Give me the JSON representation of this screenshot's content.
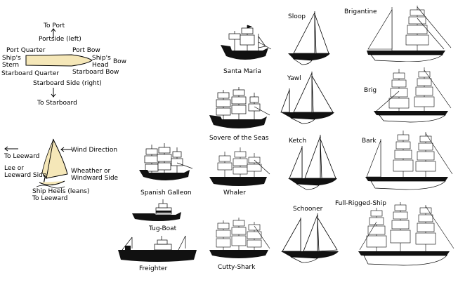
{
  "orientation": {
    "to_port": "To Port",
    "portside": "Portside (left)",
    "port_quarter": "Port Quarter",
    "port_bow": "Port Bow",
    "ships_stern": "Ship's\nStern",
    "ships_head": "Ship's\nHead",
    "bow": "Bow",
    "starboard_quarter": "Starboard Quarter",
    "starboard_bow": "Starboard Bow",
    "starboard_side": "Starboard Side (right)",
    "to_starboard": "To Starboard"
  },
  "wind": {
    "to_leeward": "To Leeward",
    "wind_direction": "Wind Direction",
    "lee_side": "Lee or\nLeeward Side",
    "weather_side": "Wheather or\nWindward Side",
    "heels": "Ship Heels (leans)\nTo Leeward"
  },
  "ships": {
    "santa_maria": "Santa Maria",
    "sovere": "Sovere of the Seas",
    "whaler": "Whaler",
    "cutty": "Cutty-Shark",
    "galleon": "Spanish Galleon",
    "tug": "Tug-Boat",
    "freighter": "Freighter",
    "sloop": "Sloop",
    "yawl": "Yawl",
    "ketch": "Ketch",
    "schooner": "Schooner",
    "brigantine": "Brigantine",
    "brig": "Brig",
    "bark": "Bark",
    "full_rigged": "Full-Rigged-Ship"
  },
  "colors": {
    "ink": "#000000",
    "hull": "#1a1a1a",
    "sail": "#f5e7b8"
  }
}
